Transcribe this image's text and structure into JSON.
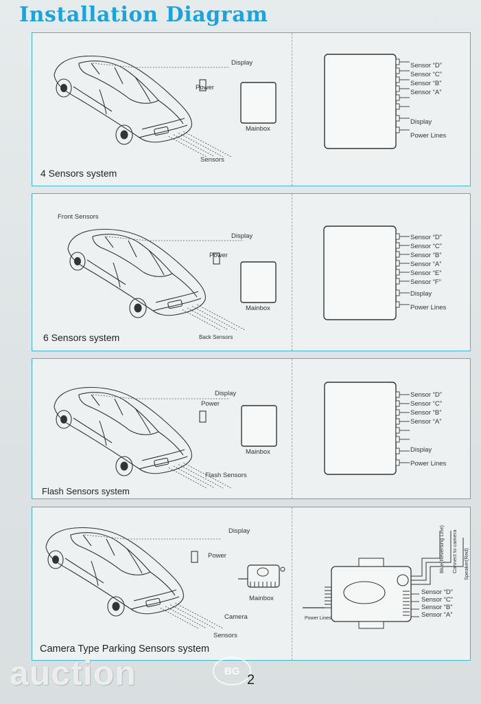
{
  "page": {
    "title": "Installation Diagram",
    "page_number": "2",
    "watermark": "auction",
    "watermark_badge": "BG"
  },
  "panels": [
    {
      "caption": "4 Sensors system",
      "labels": {
        "display": "Display",
        "power": "Power",
        "mainbox": "Mainbox",
        "sensors": "Sensors"
      },
      "pins": [
        "Sensor “D”",
        "Sensor “C”",
        "Sensor “B”",
        "Sensor “A”",
        "",
        "",
        "Display",
        "Power Lines"
      ]
    },
    {
      "caption": "6 Sensors system",
      "labels": {
        "front_sensors": "Front Sensors",
        "display": "Display",
        "power": "Power",
        "mainbox": "Mainbox",
        "back_sensors": "Back Sensors"
      },
      "pins": [
        "Sensor “D”",
        "Sensor “C”",
        "Sensor “B”",
        "Sensor “A”",
        "Sensor “E”",
        "Sensor “F”",
        "Display",
        "Power Lines"
      ]
    },
    {
      "caption": "Flash Sensors system",
      "labels": {
        "display": "Display",
        "power": "Power",
        "mainbox": "Mainbox",
        "flash_sensors": "Flash   Sensors"
      },
      "pins": [
        "Sensor “D”",
        "Sensor “C”",
        "Sensor “B”",
        "Sensor “A”",
        "",
        "",
        "Display",
        "Power Lines"
      ]
    },
    {
      "caption": "Camera Type Parking Sensors system",
      "labels": {
        "display": "Display",
        "power": "Power",
        "mainbox": "Mainbox",
        "camera": "Camera",
        "sensors": "Sensors"
      },
      "pins": [
        "Sensor “D”",
        "Sensor “C”",
        "Sensor “B”",
        "Sensor “A”"
      ],
      "cables": {
        "blue": "Blue(Reversing Line)",
        "camera": "Connect to camera",
        "speaker": "Speaker(Red)",
        "power_lines": "Power Lines"
      }
    }
  ]
}
